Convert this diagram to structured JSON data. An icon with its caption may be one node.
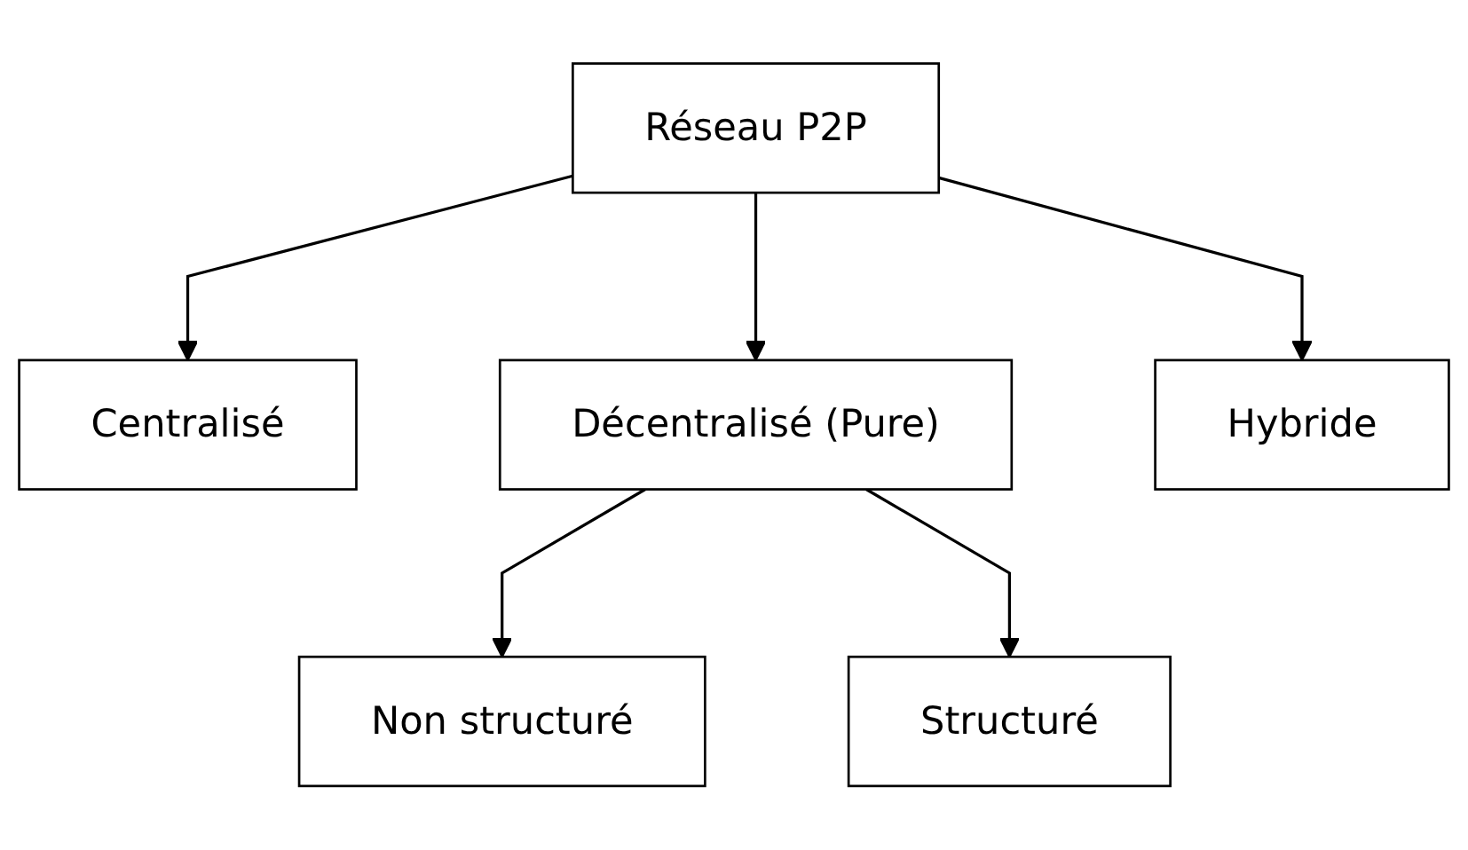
{
  "diagram": {
    "nodes": [
      {
        "text": [
          "Réseau P2P"
        ]
      },
      {
        "text": [
          "Centralisé"
        ]
      },
      {
        "text": [
          "Décentralisé (Pure)"
        ]
      },
      {
        "text": [
          "Hybride"
        ]
      },
      {
        "text": [
          "Non structuré"
        ]
      },
      {
        "text": [
          "Structuré"
        ]
      }
    ],
    "edges": [
      {
        "from": 0,
        "to": 1,
        "arrow": "to"
      },
      {
        "from": 0,
        "to": 2,
        "arrow": "to"
      },
      {
        "from": 0,
        "to": 3,
        "arrow": "to"
      },
      {
        "from": 2,
        "to": 4,
        "arrow": "to"
      },
      {
        "from": 2,
        "to": 5,
        "arrow": "to"
      }
    ]
  }
}
